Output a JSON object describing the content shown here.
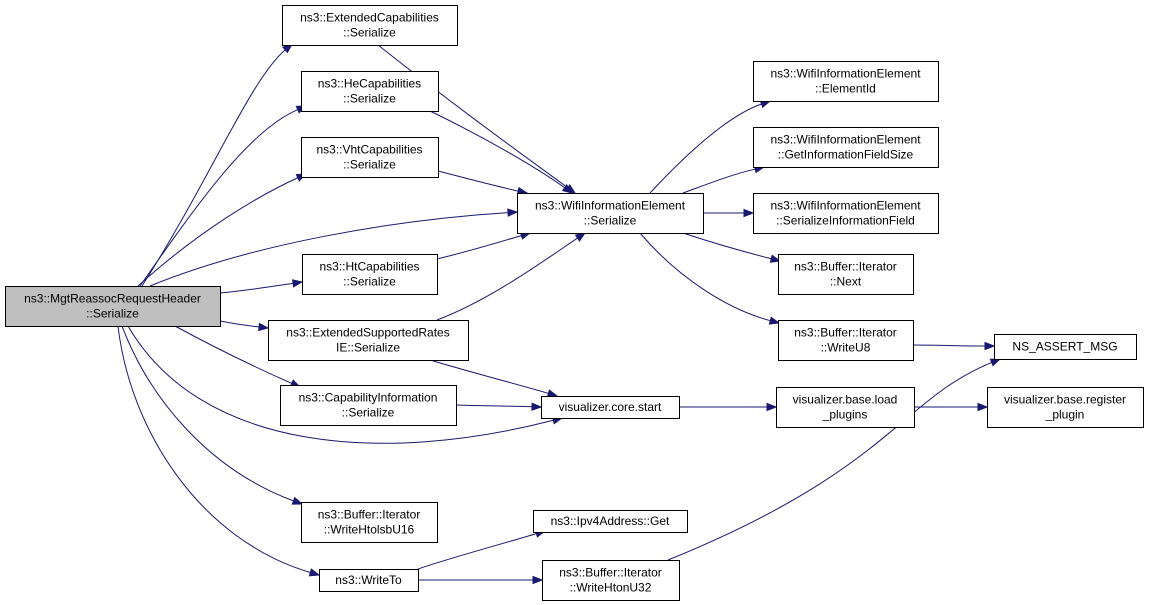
{
  "colors": {
    "edge": "#191970",
    "root_fill": "#bfbfbf",
    "node_fill": "#ffffff",
    "node_border": "#000000"
  },
  "nodes": {
    "root": {
      "lines": [
        "ns3::MgtReassocRequestHeader",
        "::Serialize"
      ],
      "root": true
    },
    "extcap": {
      "lines": [
        "ns3::ExtendedCapabilities",
        "::Serialize"
      ]
    },
    "hecap": {
      "lines": [
        "ns3::HeCapabilities",
        "::Serialize"
      ]
    },
    "vhtcap": {
      "lines": [
        "ns3::VhtCapabilities",
        "::Serialize"
      ]
    },
    "htcap": {
      "lines": [
        "ns3::HtCapabilities",
        "::Serialize"
      ]
    },
    "extrates": {
      "lines": [
        "ns3::ExtendedSupportedRates",
        "IE::Serialize"
      ]
    },
    "capinfo": {
      "lines": [
        "ns3::CapabilityInformation",
        "::Serialize"
      ]
    },
    "htolsb": {
      "lines": [
        "ns3::Buffer::Iterator",
        "::WriteHtolsbU16"
      ]
    },
    "writeto": {
      "lines": [
        "ns3::WriteTo"
      ]
    },
    "wie": {
      "lines": [
        "ns3::WifiInformationElement",
        "::Serialize"
      ]
    },
    "viscore": {
      "lines": [
        "visualizer.core.start"
      ]
    },
    "ipv4get": {
      "lines": [
        "ns3::Ipv4Address::Get"
      ]
    },
    "htonu32": {
      "lines": [
        "ns3::Buffer::Iterator",
        "::WriteHtonU32"
      ]
    },
    "elemid": {
      "lines": [
        "ns3::WifiInformationElement",
        "::ElementId"
      ]
    },
    "getinfo": {
      "lines": [
        "ns3::WifiInformationElement",
        "::GetInformationFieldSize"
      ]
    },
    "serinfo": {
      "lines": [
        "ns3::WifiInformationElement",
        "::SerializeInformationField"
      ]
    },
    "next": {
      "lines": [
        "ns3::Buffer::Iterator",
        "::Next"
      ]
    },
    "writeu8": {
      "lines": [
        "ns3::Buffer::Iterator",
        "::WriteU8"
      ]
    },
    "loadplug": {
      "lines": [
        "visualizer.base.load",
        "_plugins"
      ]
    },
    "assertmsg": {
      "lines": [
        "NS_ASSERT_MSG"
      ]
    },
    "regplug": {
      "lines": [
        "visualizer.base.register",
        "_plugin"
      ]
    }
  },
  "edges": [
    [
      "root",
      "extcap"
    ],
    [
      "root",
      "hecap"
    ],
    [
      "root",
      "vhtcap"
    ],
    [
      "root",
      "wie"
    ],
    [
      "root",
      "htcap"
    ],
    [
      "root",
      "extrates"
    ],
    [
      "root",
      "capinfo"
    ],
    [
      "root",
      "viscore"
    ],
    [
      "root",
      "htolsb"
    ],
    [
      "root",
      "writeto"
    ],
    [
      "extcap",
      "wie"
    ],
    [
      "hecap",
      "wie"
    ],
    [
      "vhtcap",
      "wie"
    ],
    [
      "htcap",
      "wie"
    ],
    [
      "extrates",
      "wie"
    ],
    [
      "extrates",
      "viscore"
    ],
    [
      "capinfo",
      "viscore"
    ],
    [
      "writeto",
      "ipv4get"
    ],
    [
      "writeto",
      "htonu32"
    ],
    [
      "wie",
      "elemid"
    ],
    [
      "wie",
      "getinfo"
    ],
    [
      "wie",
      "serinfo"
    ],
    [
      "wie",
      "next"
    ],
    [
      "wie",
      "writeu8"
    ],
    [
      "viscore",
      "loadplug"
    ],
    [
      "loadplug",
      "regplug"
    ],
    [
      "writeu8",
      "assertmsg"
    ],
    [
      "htonu32",
      "assertmsg"
    ]
  ]
}
